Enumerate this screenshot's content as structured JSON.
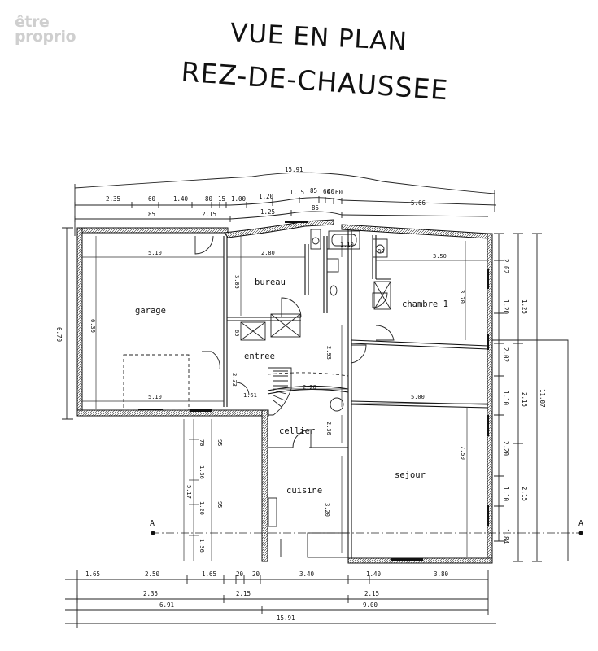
{
  "watermark": {
    "line1": "être",
    "line2": "proprio"
  },
  "title": {
    "line1": "VUE EN PLAN",
    "line2": "REZ-DE-CHAUSSEE"
  },
  "rooms": {
    "garage": "garage",
    "bureau": "bureau",
    "chambre": "chambre 1",
    "entree": "entree",
    "cellier": "cellier",
    "cuisine": "cuisine",
    "sejour": "sejour"
  },
  "section_marker": "A",
  "dims": {
    "top_total": "15.91",
    "top_row": [
      "2.35",
      "60",
      "1.40",
      "80",
      "15",
      "1.00",
      "1.20",
      "1.15",
      "85",
      "60",
      "40",
      "60",
      "5.66"
    ],
    "top_row2": [
      "85",
      "2.15",
      "1.25",
      "85"
    ],
    "bottom_row1": [
      "1.65",
      "2.50",
      "1.65",
      "20",
      "20",
      "3.40",
      "1.40",
      "3.80"
    ],
    "bottom_row2": [
      "2.35",
      "2.15",
      "2.15"
    ],
    "bottom_row3": [
      "6.91",
      "9.00"
    ],
    "bottom_total": "15.91",
    "left": "6.70",
    "right_row1": [
      "2.02",
      "1.20",
      "2.02",
      "1.10",
      "2.20",
      "1.10",
      "1.84"
    ],
    "right_row2": [
      "1.25",
      "2.15",
      "2.15"
    ],
    "right_total": "11.07",
    "interior": {
      "garage_w_top": "5.10",
      "garage_w_bottom": "5.10",
      "garage_h": "6.30",
      "bureau_w": "2.80",
      "bureau_h": "3.05",
      "chambre_w": "3.50",
      "chambre_h": "3.70",
      "wc_w": "1.10",
      "wc_w2": "80",
      "sejour_w": "5.00",
      "sejour_h": "7.50",
      "entree_h": "2.93",
      "entree_w": "2.20",
      "entree_small": "2.33",
      "cellier_h": "2.30",
      "cuisine_h": "3.20",
      "stair_small": "1.61",
      "closet": "65",
      "left_col": [
        "70",
        "1.36",
        "1.20",
        "1.36"
      ],
      "left_col2": [
        "95",
        "95"
      ],
      "left_total": "5.17"
    }
  }
}
